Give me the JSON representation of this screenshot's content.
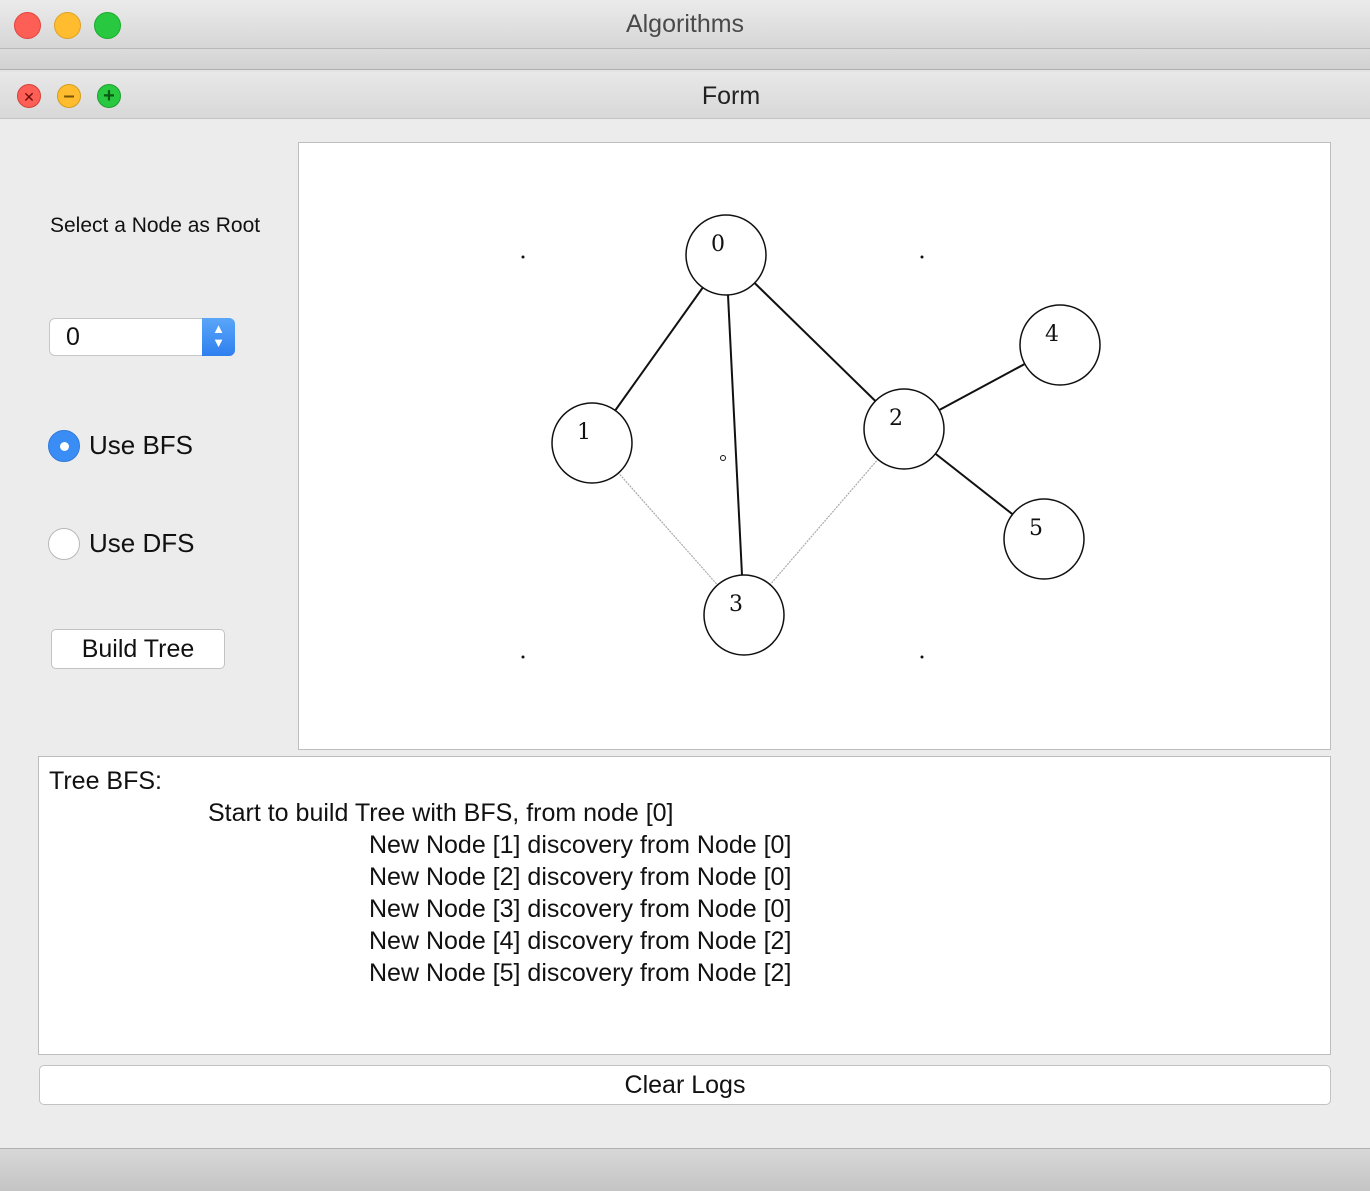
{
  "app": {
    "title": "Algorithms"
  },
  "form": {
    "title": "Form",
    "root_label": "Select a Node as Root",
    "root_select": {
      "value": "0"
    },
    "options": [
      {
        "label": "Use BFS",
        "selected": true
      },
      {
        "label": "Use DFS",
        "selected": false
      }
    ],
    "build_button": "Build Tree",
    "clear_button": "Clear Logs"
  },
  "graph": {
    "nodes": [
      {
        "id": "0",
        "label": "0"
      },
      {
        "id": "1",
        "label": "1"
      },
      {
        "id": "2",
        "label": "2"
      },
      {
        "id": "3",
        "label": "3"
      },
      {
        "id": "4",
        "label": "4"
      },
      {
        "id": "5",
        "label": "5"
      }
    ],
    "tree_edges": [
      [
        "0",
        "1"
      ],
      [
        "0",
        "2"
      ],
      [
        "0",
        "3"
      ],
      [
        "2",
        "4"
      ],
      [
        "2",
        "5"
      ]
    ],
    "non_tree_edges": [
      [
        "1",
        "3"
      ],
      [
        "2",
        "3"
      ]
    ]
  },
  "log": {
    "heading": "Tree BFS:",
    "start": "Start to build Tree with BFS, from node [0]",
    "entries": [
      "New Node [1] discovery from Node [0]",
      "New Node [2] discovery from Node [0]",
      "New Node [3] discovery from Node [0]",
      "New Node [4] discovery from Node [2]",
      "New Node [5] discovery from Node [2]"
    ]
  }
}
